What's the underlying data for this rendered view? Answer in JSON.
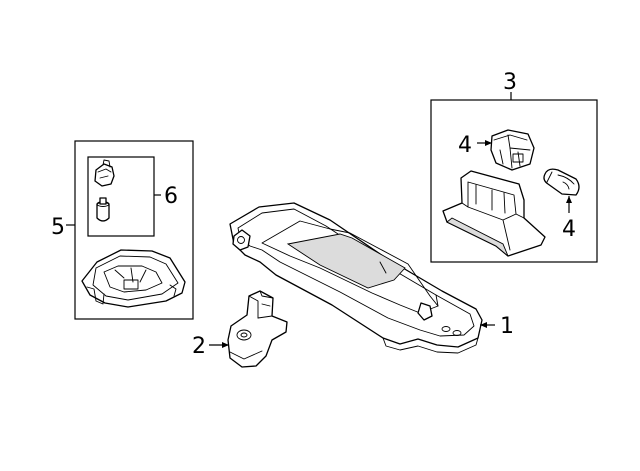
{
  "diagram": {
    "background": "#ffffff",
    "line_color": "#000000",
    "callouts": {
      "part_1": "1",
      "part_2": "2",
      "part_3": "3",
      "part_4_socket": "4",
      "part_4_bulb": "4",
      "part_5": "5",
      "part_6": "6"
    }
  }
}
